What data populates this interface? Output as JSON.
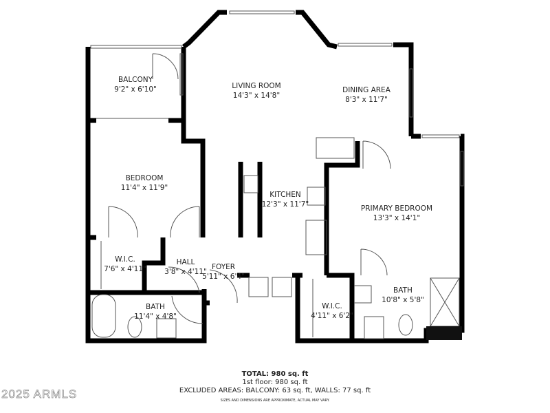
{
  "rooms": [
    {
      "name": "BALCONY",
      "dims": "9'2\" x 6'10\""
    },
    {
      "name": "LIVING ROOM",
      "dims": "14'3\" x 14'8\""
    },
    {
      "name": "DINING AREA",
      "dims": "8'3\" x 11'7\""
    },
    {
      "name": "BEDROOM",
      "dims": "11'4\" x 11'9\""
    },
    {
      "name": "KITCHEN",
      "dims": "12'3\" x 11'7\""
    },
    {
      "name": "PRIMARY BEDROOM",
      "dims": "13'3\" x 14'1\""
    },
    {
      "name": "W.I.C.",
      "dims": "7'6\" x 4'11\""
    },
    {
      "name": "HALL",
      "dims": "3'8\" x 4'11\""
    },
    {
      "name": "FOYER",
      "dims": "5'11\" x 6'4\""
    },
    {
      "name": "BATH",
      "dims": "11'4\" x 4'8\""
    },
    {
      "name": "W.I.C.",
      "dims": "4'11\" x 6'2\""
    },
    {
      "name": "BATH",
      "dims": "10'8\" x 5'8\""
    }
  ],
  "summary": {
    "total": "TOTAL: 980 sq. ft",
    "floor": "1st floor: 980 sq. ft",
    "excluded": "EXCLUDED AREAS: BALCONY: 63 sq. ft, WALLS: 77 sq. ft",
    "disclaimer": "SIZES AND DIMENSIONS ARE APPROXIMATE, ACTUAL MAY VARY."
  },
  "watermark": "2025 ARMLS",
  "colors": {
    "wall": "#000000",
    "line": "#555555"
  }
}
